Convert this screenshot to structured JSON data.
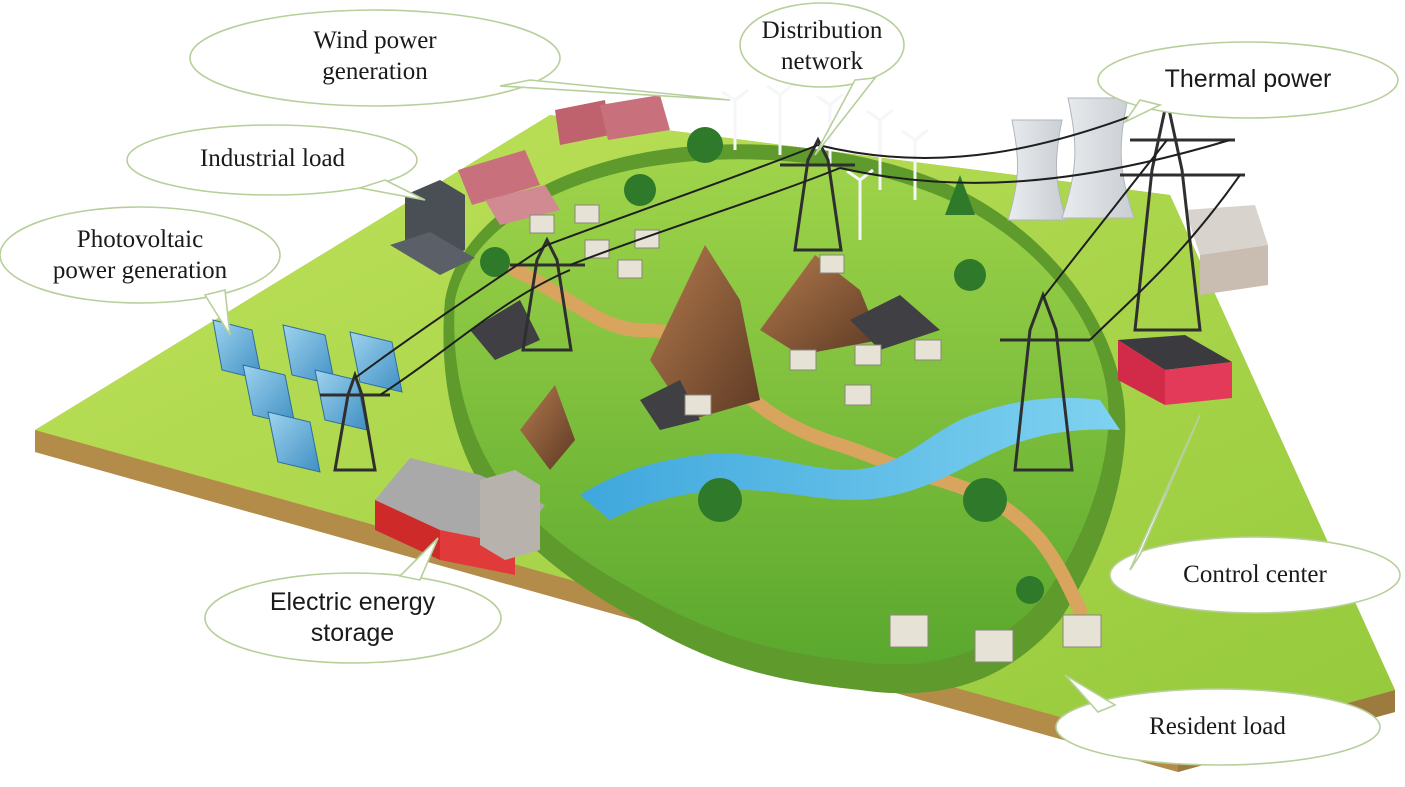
{
  "labels": {
    "wind": [
      "Wind power",
      "generation"
    ],
    "distribution": [
      "Distribution",
      "network"
    ],
    "thermal": [
      "Thermal power"
    ],
    "industrial": [
      "Industrial load"
    ],
    "photovoltaic": [
      "Photovoltaic",
      "power generation"
    ],
    "control": [
      "Control center"
    ],
    "storage": [
      "Electric energy",
      "storage"
    ],
    "resident": [
      "Resident load"
    ]
  },
  "colors": {
    "ground": "#a8d64a",
    "soil": "#caa05a",
    "hill": "#7cc03a",
    "river": "#5bb9e0",
    "rock": "#8a5a3c",
    "tower": "#2f2f2f",
    "callout_border": "#b7cf9a",
    "callout_fill": "#ffffff"
  }
}
